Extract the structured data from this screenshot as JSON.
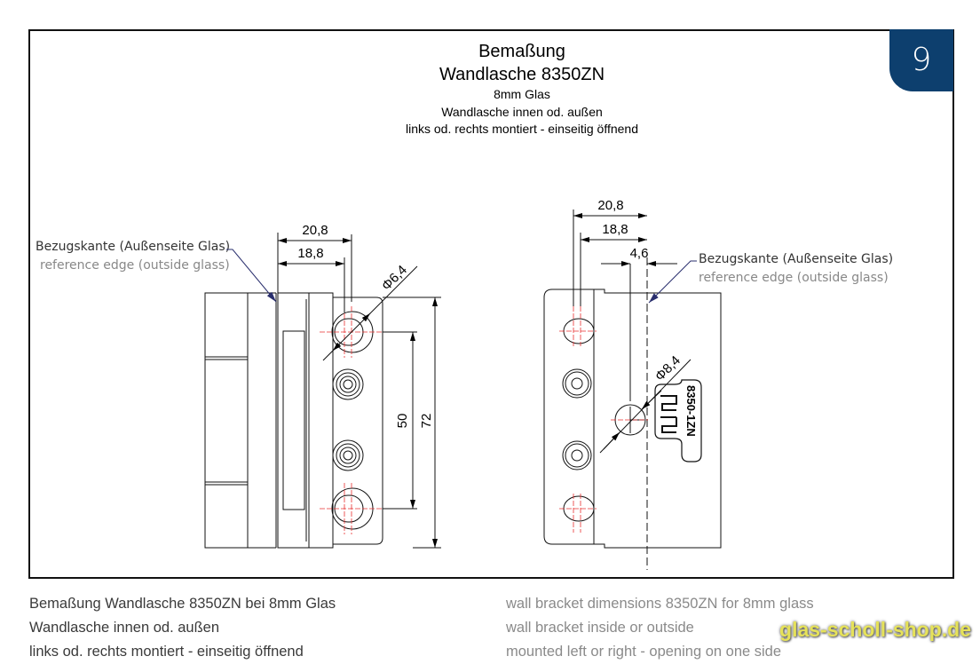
{
  "page_number": "9",
  "header": {
    "title": "Bemaßung",
    "product": "Wandlasche 8350ZN",
    "glass": "8mm Glas",
    "mounting": "Wandlasche innen od. außen",
    "opening": "links od. rechts montiert - einseitig öffnend"
  },
  "left_view": {
    "ref_label_de": "Bezugskante (Außenseite Glas)",
    "ref_label_en": "reference edge (outside glass)",
    "dim_width_outer": "20,8",
    "dim_width_inner": "18,8",
    "dim_hole_diameter": "Φ6,4",
    "dim_hole_spacing": "50",
    "dim_height": "72"
  },
  "right_view": {
    "ref_label_de": "Bezugskante (Außenseite Glas)",
    "ref_label_en": "reference edge (outside glass)",
    "dim_width_outer": "20,8",
    "dim_width_inner": "18,8",
    "dim_offset": "4,6",
    "dim_hole_diameter": "Φ8,4",
    "part_marking": "8350-1ZN"
  },
  "caption_de": [
    "Bemaßung Wandlasche 8350ZN bei 8mm Glas",
    "Wandlasche innen od. außen",
    "links od. rechts montiert - einseitig öffnend"
  ],
  "caption_en": [
    "wall bracket dimensions 8350ZN for 8mm glass",
    "wall bracket inside or outside",
    "mounted left or right - opening on one side"
  ],
  "watermark": "glas-scholl-shop.de",
  "colors": {
    "badge": "#0d3f6e",
    "centerline": "#e83030",
    "leader": "#2a2f6e",
    "watermark": "#e6e25a"
  }
}
